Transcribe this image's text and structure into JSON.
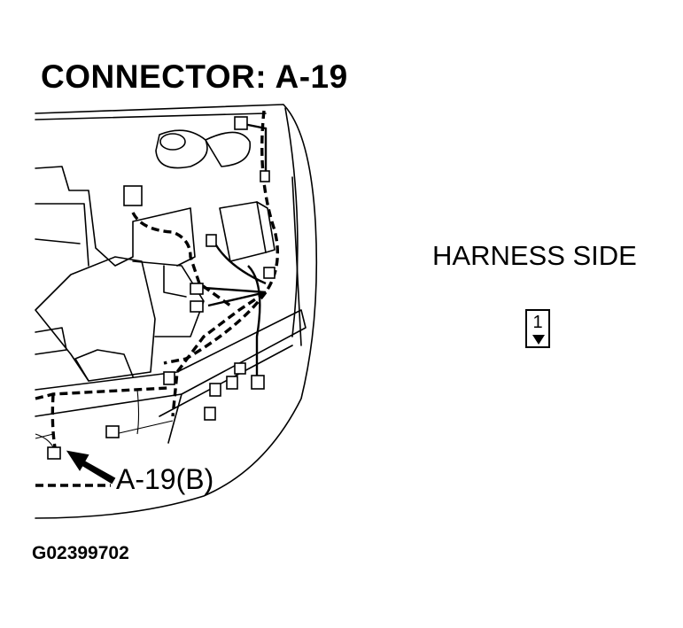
{
  "title": "CONNECTOR: A-19",
  "harness_side_label": "HARNESS SIDE",
  "connector_pin": "1",
  "callout_label": "A-19(B)",
  "figure_id": "G02399702",
  "icons": {
    "pin_marker": "down-triangle-icon",
    "callout_arrow": "pointer-arrow-icon"
  },
  "colors": {
    "ink": "#000000",
    "background": "#ffffff"
  }
}
